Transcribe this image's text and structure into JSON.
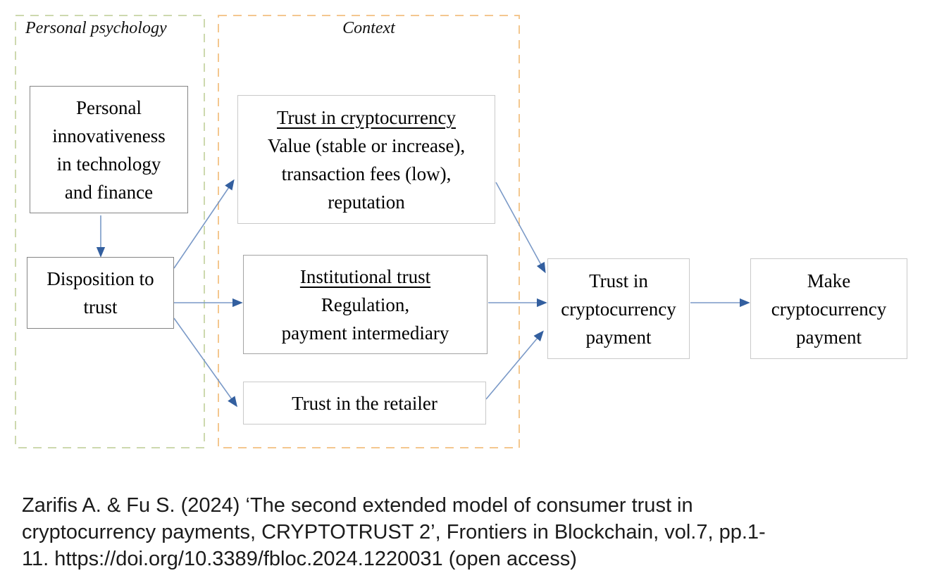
{
  "diagram": {
    "containers": {
      "personal_psychology": {
        "label": "Personal psychology",
        "border_color": "#cdd9ae"
      },
      "context": {
        "label": "Context",
        "border_color": "#f4c78f"
      }
    },
    "nodes": {
      "personal_innovativeness": {
        "lines": [
          "Personal",
          "innovativeness",
          "in technology",
          "and finance"
        ]
      },
      "disposition_to_trust": {
        "lines": [
          "Disposition to",
          "trust"
        ]
      },
      "trust_in_cryptocurrency": {
        "title": "Trust in cryptocurrency",
        "lines": [
          "Value (stable or increase),",
          "transaction fees (low),",
          "reputation"
        ]
      },
      "institutional_trust": {
        "title": "Institutional trust",
        "lines": [
          "Regulation,",
          "payment intermediary"
        ]
      },
      "trust_in_retailer": {
        "lines": [
          "Trust in the retailer"
        ]
      },
      "trust_in_cryptocurrency_payment": {
        "lines": [
          "Trust in",
          "cryptocurrency",
          "payment"
        ]
      },
      "make_cryptocurrency_payment": {
        "lines": [
          "Make",
          "cryptocurrency",
          "payment"
        ]
      }
    },
    "colors": {
      "arrow_line": "#7a99c7",
      "arrow_head": "#335f9f",
      "node_background": "#ffffff",
      "page_background": "#ffffff",
      "text": "#000000"
    }
  },
  "citation": {
    "lines": [
      "Zarifis A. & Fu S. (2024) ‘The second extended model of consumer trust in",
      "cryptocurrency payments, CRYPTOTRUST 2’, Frontiers in Blockchain, vol.7, pp.1-",
      "11. https://doi.org/10.3389/fbloc.2024.1220031 (open access)"
    ]
  }
}
